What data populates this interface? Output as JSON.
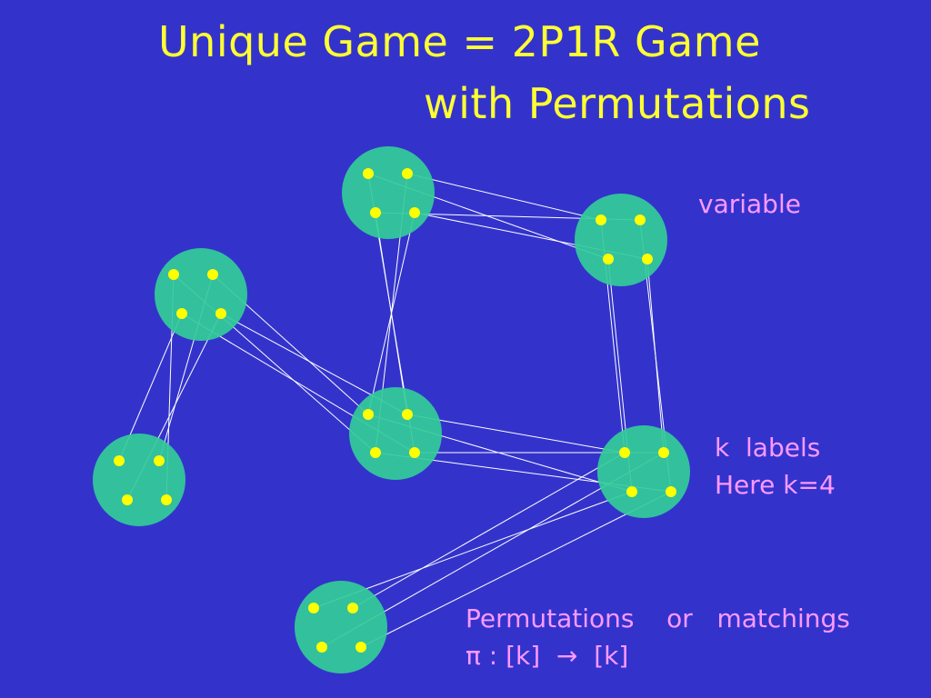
{
  "title": {
    "line1": "Unique Game = 2P1R Game",
    "line2": "with Permutations"
  },
  "labels": {
    "variable": "variable",
    "k_labels": "k  labels",
    "here_k": "Here k=4",
    "permutations": "Permutations    or   matchings",
    "pi_map": "π : [k]  →  [k]"
  },
  "colors": {
    "background": "#3333CC",
    "title": "#FFFF33",
    "label": "#FF99FF",
    "variable_fill": "#33CC99",
    "label_dot": "#FFFF00",
    "edge": "#FFFFFF"
  }
}
